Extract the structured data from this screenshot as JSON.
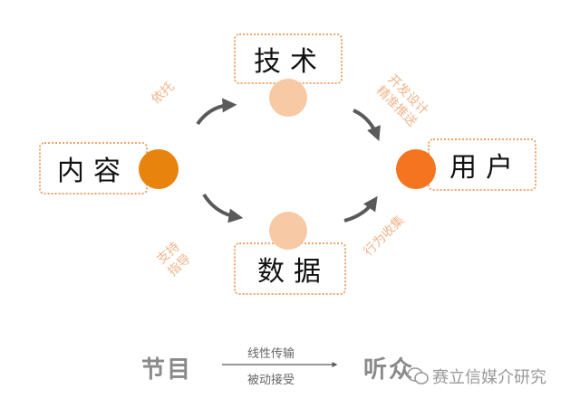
{
  "diagram": {
    "nodes": {
      "content": "内容",
      "tech": "技术",
      "data": "数据",
      "user": "用户"
    },
    "edges": {
      "content_tech": "依托",
      "tech_user": "开发设计\n精准推送",
      "content_data": "支持\n指导",
      "data_user": "行为收集"
    }
  },
  "footer": {
    "left": "节目",
    "arrow_top": "线性传输",
    "arrow_bottom": "被动接受",
    "right": "听众"
  },
  "watermark": "赛立信媒介研究",
  "colors": {
    "content_dot": "#e8830d",
    "user_dot": "#f5741f",
    "pale_dot": "#f7c9a4",
    "dotted_border": "#f0a46a",
    "edge_text": "#f2b48a",
    "arrow": "#5a5a5a"
  }
}
